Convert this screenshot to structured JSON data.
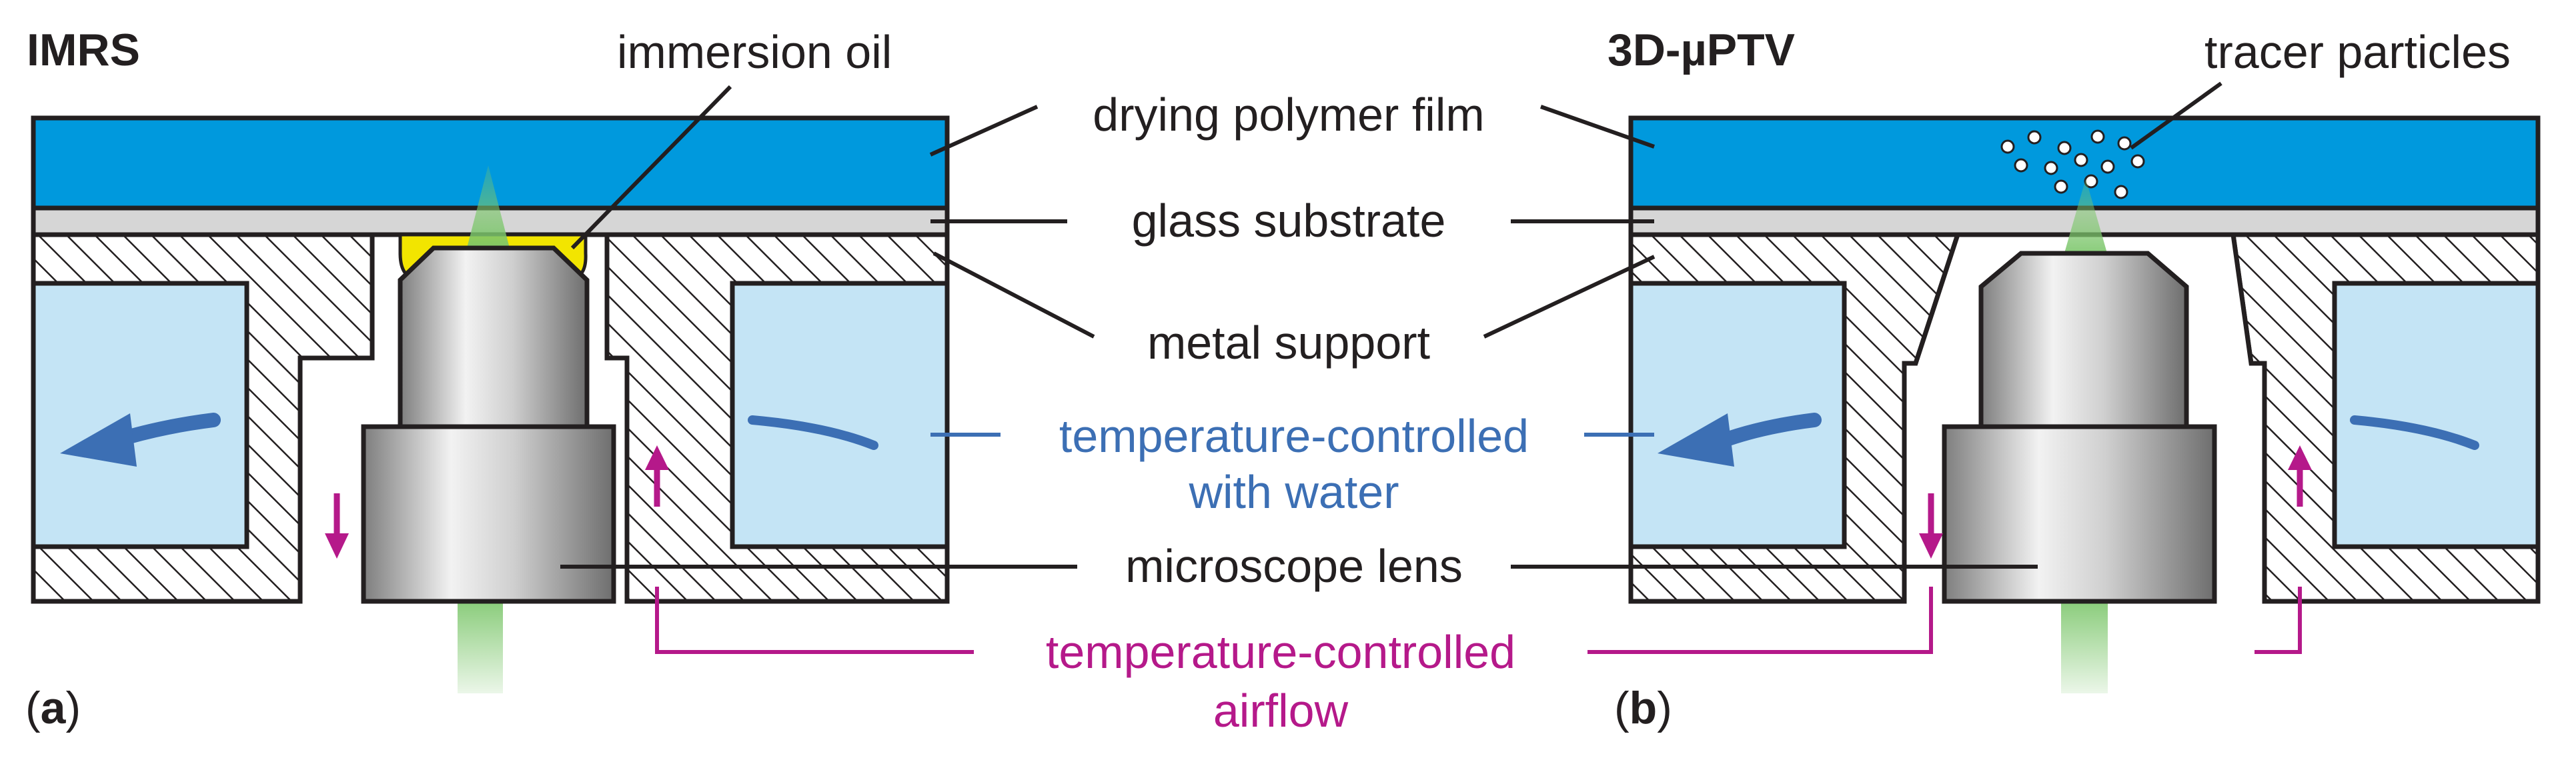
{
  "panels": {
    "a": {
      "title": "IMRS",
      "letter_open": "(",
      "letter": "a",
      "letter_close": ")"
    },
    "b": {
      "title": "3D-µPTV",
      "letter_open": "(",
      "letter": "b",
      "letter_close": ")"
    }
  },
  "labels": {
    "immersion_oil": "immersion oil",
    "tracer_particles": "tracer particles",
    "drying_polymer_film": "drying polymer film",
    "glass_substrate": "glass substrate",
    "metal_support": "metal support",
    "temperature_controlled_water_line1": "temperature-controlled",
    "temperature_controlled_water_line2": "with water",
    "microscope_lens": "microscope lens",
    "temperature_controlled_airflow_line1": "temperature-controlled",
    "temperature_controlled_airflow_line2": "airflow"
  },
  "colors": {
    "film": "#0099dd",
    "glass": "#d6d6d6",
    "water": "#c4e4f5",
    "water_arrow": "#3c6fb4",
    "air_arrow": "#b5198a",
    "oil": "#f2e500",
    "light": "#7cc66b",
    "outline": "#231f20"
  },
  "icons": [
    "flow-arrow-icon",
    "airflow-up-arrow-icon",
    "airflow-down-arrow-icon"
  ]
}
